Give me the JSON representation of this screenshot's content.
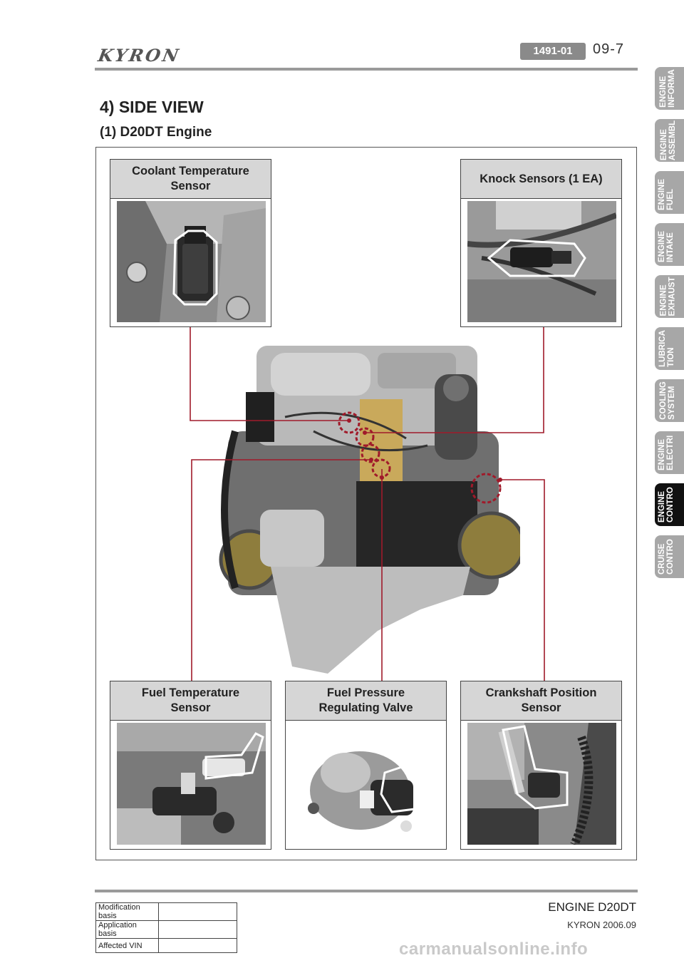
{
  "header": {
    "logo": "KYRON",
    "doc_code": "1491-01",
    "page_no": "09-7"
  },
  "sidebar": {
    "tabs": [
      {
        "label": "ENGINE\nINFORMA",
        "active": false
      },
      {
        "label": "ENGINE\nASSEMBL",
        "active": false
      },
      {
        "label": "ENGINE\nFUEL",
        "active": false
      },
      {
        "label": "ENGINE\nINTAKE",
        "active": false
      },
      {
        "label": "ENGINE\nEXHAUST",
        "active": false
      },
      {
        "label": "LUBRICA\nTION",
        "active": false
      },
      {
        "label": "COOLING\nSYSTEM",
        "active": false
      },
      {
        "label": "ENGINE\nELECTRI",
        "active": false
      },
      {
        "label": "ENGINE\nCONTRO",
        "active": true
      },
      {
        "label": "CRUISE\nCONTRO",
        "active": false
      }
    ]
  },
  "content": {
    "section_title": "4) SIDE VIEW",
    "subsection_title": "(1) D20DT Engine",
    "callouts": {
      "coolant": "Coolant Temperature\nSensor",
      "knock": "Knock Sensors (1 EA)",
      "fuel_temp": "Fuel Temperature\nSensor",
      "fuel_pressure": "Fuel Pressure\nRegulating Valve",
      "crankshaft": "Crankshaft Position\nSensor"
    }
  },
  "footer": {
    "title": "ENGINE D20DT",
    "subtitle": "KYRON 2006.09",
    "table": [
      {
        "label": "Modification basis",
        "value": ""
      },
      {
        "label": "Application basis",
        "value": ""
      },
      {
        "label": "Affected VIN",
        "value": ""
      }
    ],
    "watermark": "carmanualsonline.info"
  },
  "colors": {
    "leader_line": "#a01a2a",
    "tab_inactive": "#a7a7a7",
    "tab_active": "#111111",
    "caption_bg": "#d6d6d6"
  }
}
